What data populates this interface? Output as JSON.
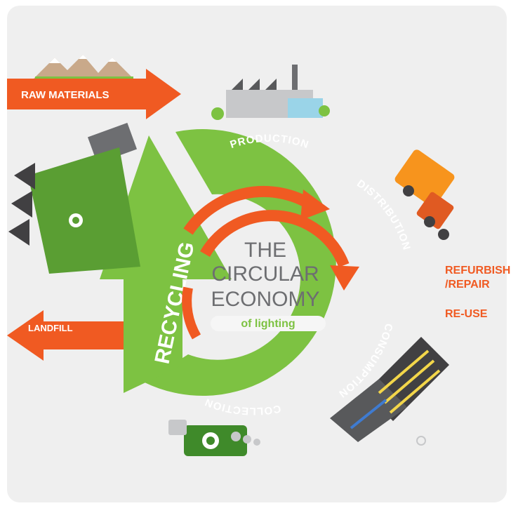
{
  "diagram": {
    "title_line1": "THE",
    "title_line2": "CIRCULAR",
    "title_line3": "ECONOMY",
    "subtitle": "of lighting",
    "stages": {
      "production": "PRODUCTION",
      "distribution": "DISTRIBUTION",
      "consumption": "CONSUMPTION",
      "collection": "COLLECTION",
      "recycling": "RECYCLING"
    },
    "inputs": {
      "raw_materials": "RAW MATERIALS"
    },
    "outputs": {
      "landfill": "LANDFILL"
    },
    "loops": {
      "refurbish": "REFURBISH",
      "repair": "/REPAIR",
      "reuse": "RE-USE"
    }
  },
  "colors": {
    "green": "#7dc242",
    "dark_green": "#3f8a2a",
    "orange": "#f05a22",
    "grey_text": "#6d6e71",
    "panel": "#efefef"
  }
}
